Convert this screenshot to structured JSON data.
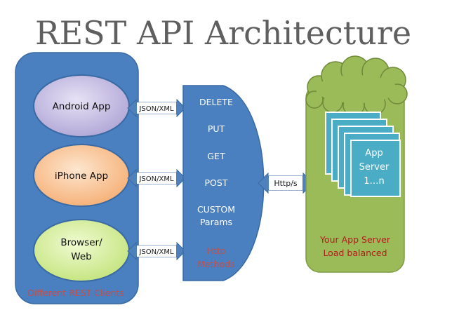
{
  "title": "REST API Architecture",
  "clients": {
    "items": [
      {
        "lines": [
          "Android App"
        ]
      },
      {
        "lines": [
          "iPhone App"
        ]
      },
      {
        "lines": [
          "Browser/",
          "Web"
        ]
      }
    ],
    "caption": "Different REST Clients"
  },
  "client_arrows": [
    "JSON/XML",
    "JSON/XML",
    "JSON/XML"
  ],
  "methods": {
    "items": [
      "DELETE",
      "PUT",
      "GET",
      "POST"
    ],
    "custom": [
      "CUSTOM",
      "Params"
    ],
    "footer": [
      "Http",
      "Methods"
    ]
  },
  "server_arrow": "Http/s",
  "server": {
    "card_lines": [
      "App",
      "Server",
      "1…n"
    ],
    "caption": [
      "Your App Server",
      "Load balanced"
    ]
  },
  "colors": {
    "client_panel": "#4a7fc0",
    "method_panel": "#4a7fc0",
    "server_panel": "#9bbb59",
    "cloud": "#9bbb59",
    "card": "#4bacc6",
    "android_ellipse": "#c3bce0",
    "iphone_ellipse": "#f8c59a",
    "browser_ellipse": "#d8ef9e",
    "arrow": "#4f81bd",
    "red_text": "#c0504d"
  }
}
